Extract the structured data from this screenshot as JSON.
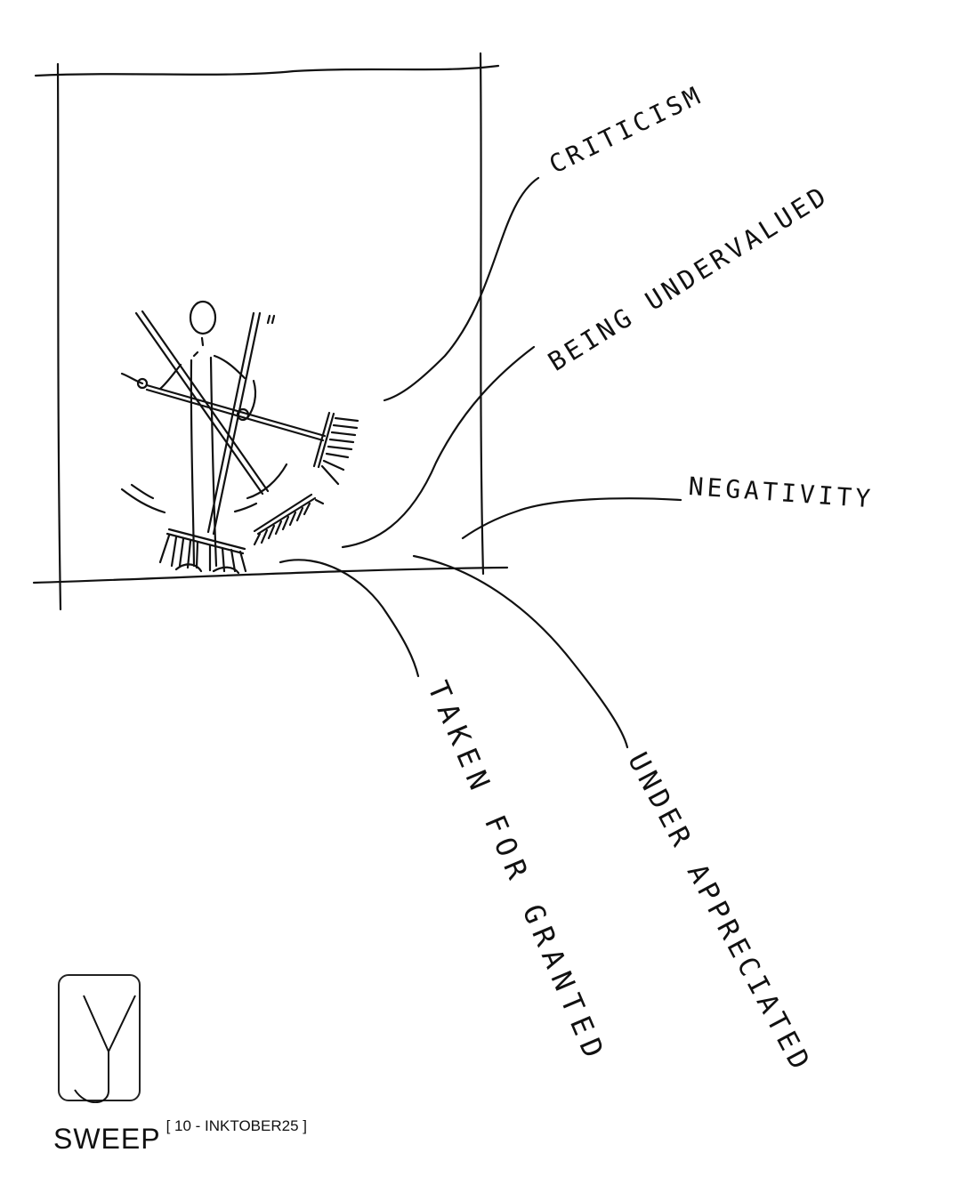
{
  "labels": {
    "criticism": "CRITICISM",
    "undervalued": "BEING UNDERVALUED",
    "negativity": "NEGATIVITY",
    "taken_for_granted": "TAKEN FOR GRANTED",
    "under_appreciated": "UNDER APPRECIATED"
  },
  "logo": {
    "letter": "Y"
  },
  "caption": {
    "title": "SWEEP",
    "subtitle": "[ 10 - INKTOBER25 ]"
  },
  "colors": {
    "ink": "#111111",
    "paper": "#ffffff"
  }
}
